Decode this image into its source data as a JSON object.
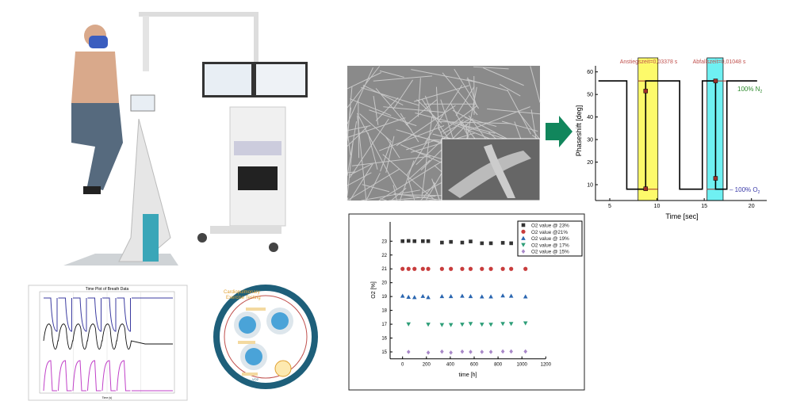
{
  "colors": {
    "arrow": "#11865c",
    "yellow": "#fdfa6a",
    "cyan": "#6ff0f2",
    "marker": "#a0302b",
    "n2": "#2e8b2e",
    "o2": "#3a3aa8",
    "sem": "#8a8a8a"
  },
  "phase_chart": {
    "type": "line",
    "annotation_left": "Anstiegszeit=0,03378 s",
    "annotation_right": "Abfallszeit=0,01048 s",
    "label_n2": "100% N",
    "label_n2_sub": "2",
    "label_o2": "– 100% O",
    "label_o2_sub": "2",
    "xlabel": "Time [sec]",
    "ylabel": "Phaseshift [deg]",
    "xlim": [
      3.8,
      21
    ],
    "ylim": [
      3,
      61
    ],
    "xticks": [
      "5",
      "10",
      "15",
      "20"
    ],
    "xtick_values": [
      5,
      10,
      15,
      20
    ],
    "yticks": [
      "10",
      "20",
      "30",
      "40",
      "50",
      "60"
    ],
    "ytick_values": [
      10,
      20,
      30,
      40,
      50,
      60
    ],
    "highlight_yellow": [
      8,
      10.1
    ],
    "highlight_cyan": [
      15.3,
      17
    ],
    "trace": [
      [
        3.8,
        56
      ],
      [
        6.8,
        56
      ],
      [
        6.8,
        8
      ],
      [
        8.8,
        8
      ],
      [
        8.8,
        56
      ],
      [
        12.4,
        56
      ],
      [
        12.4,
        8
      ],
      [
        14.8,
        8
      ],
      [
        14.8,
        56
      ],
      [
        16.2,
        56
      ],
      [
        16.2,
        8
      ],
      [
        17.4,
        8
      ],
      [
        17.4,
        56
      ],
      [
        20.6,
        56
      ]
    ],
    "markers": [
      [
        8.8,
        8.2
      ],
      [
        8.8,
        51.5
      ],
      [
        16.2,
        56
      ],
      [
        16.2,
        12.8
      ]
    ],
    "ref_lines": [
      [
        8,
        10.1,
        56
      ],
      [
        8,
        10.1,
        8
      ],
      [
        15.3,
        17.4,
        56
      ],
      [
        15.3,
        17.4,
        8
      ]
    ]
  },
  "chart_data": {
    "type": "scatter",
    "title": "",
    "xlabel": "time [h]",
    "ylabel": "O2 [%]",
    "xlim": [
      -100,
      1200
    ],
    "ylim": [
      14.5,
      23.5
    ],
    "xticks": [
      "0",
      "200",
      "400",
      "600",
      "800",
      "1000",
      "1200"
    ],
    "xtick_values": [
      0,
      200,
      400,
      600,
      800,
      1000,
      1200
    ],
    "yticks": [
      "15",
      "16",
      "17",
      "18",
      "19",
      "20",
      "21",
      "22",
      "23"
    ],
    "ytick_values": [
      15,
      16,
      17,
      18,
      19,
      20,
      21,
      22,
      23
    ],
    "legend_position": "top-right",
    "series": [
      {
        "name": "O2 value @ 23%",
        "color": "#333333",
        "marker": "square",
        "x": [
          0,
          50,
          100,
          170,
          215,
          330,
          405,
          500,
          570,
          665,
          740,
          840,
          910
        ],
        "y": [
          23.0,
          23.02,
          23.0,
          23.0,
          23.0,
          22.9,
          22.95,
          22.9,
          22.98,
          22.85,
          22.85,
          22.88,
          22.85
        ]
      },
      {
        "name": "O2 value @21%",
        "color": "#c83c3c",
        "marker": "circle",
        "x": [
          0,
          50,
          100,
          170,
          215,
          330,
          405,
          500,
          570,
          665,
          740,
          840,
          910,
          1030
        ],
        "y": [
          21,
          21,
          21,
          21,
          21,
          21,
          21,
          21,
          21,
          21,
          21,
          21,
          21,
          21
        ]
      },
      {
        "name": "O2 value @ 19%",
        "color": "#2a66b0",
        "marker": "triangle-up",
        "x": [
          0,
          50,
          100,
          170,
          215,
          330,
          405,
          500,
          570,
          665,
          740,
          840,
          910,
          1030
        ],
        "y": [
          19.05,
          18.97,
          18.95,
          19.03,
          18.95,
          19.02,
          19.02,
          19.05,
          19.02,
          19.0,
          19.0,
          19.07,
          19.05,
          19.0
        ]
      },
      {
        "name": "O2 value @ 17%",
        "color": "#2e9e78",
        "marker": "triangle-down",
        "x": [
          50,
          215,
          330,
          405,
          500,
          570,
          665,
          740,
          840,
          910,
          1030
        ],
        "y": [
          17.0,
          16.98,
          16.95,
          16.95,
          16.98,
          17.03,
          16.98,
          16.97,
          17.03,
          17.03,
          17.07
        ]
      },
      {
        "name": "O2 value @ 15%",
        "color": "#a888c8",
        "marker": "diamond",
        "x": [
          50,
          215,
          330,
          405,
          500,
          570,
          665,
          740,
          840,
          910,
          1030
        ],
        "y": [
          15.0,
          14.95,
          15.02,
          14.95,
          15.02,
          15.0,
          15.0,
          15.0,
          15.03,
          15.03,
          15.03
        ]
      }
    ]
  },
  "breath_chart": {
    "title": "Time Plot of Breath Data",
    "xlabel": "Time (s)"
  },
  "cpet": {
    "title_line1": "Cardiopulmonary",
    "title_line2": "Exercise Testing",
    "vo2": "VO2"
  }
}
